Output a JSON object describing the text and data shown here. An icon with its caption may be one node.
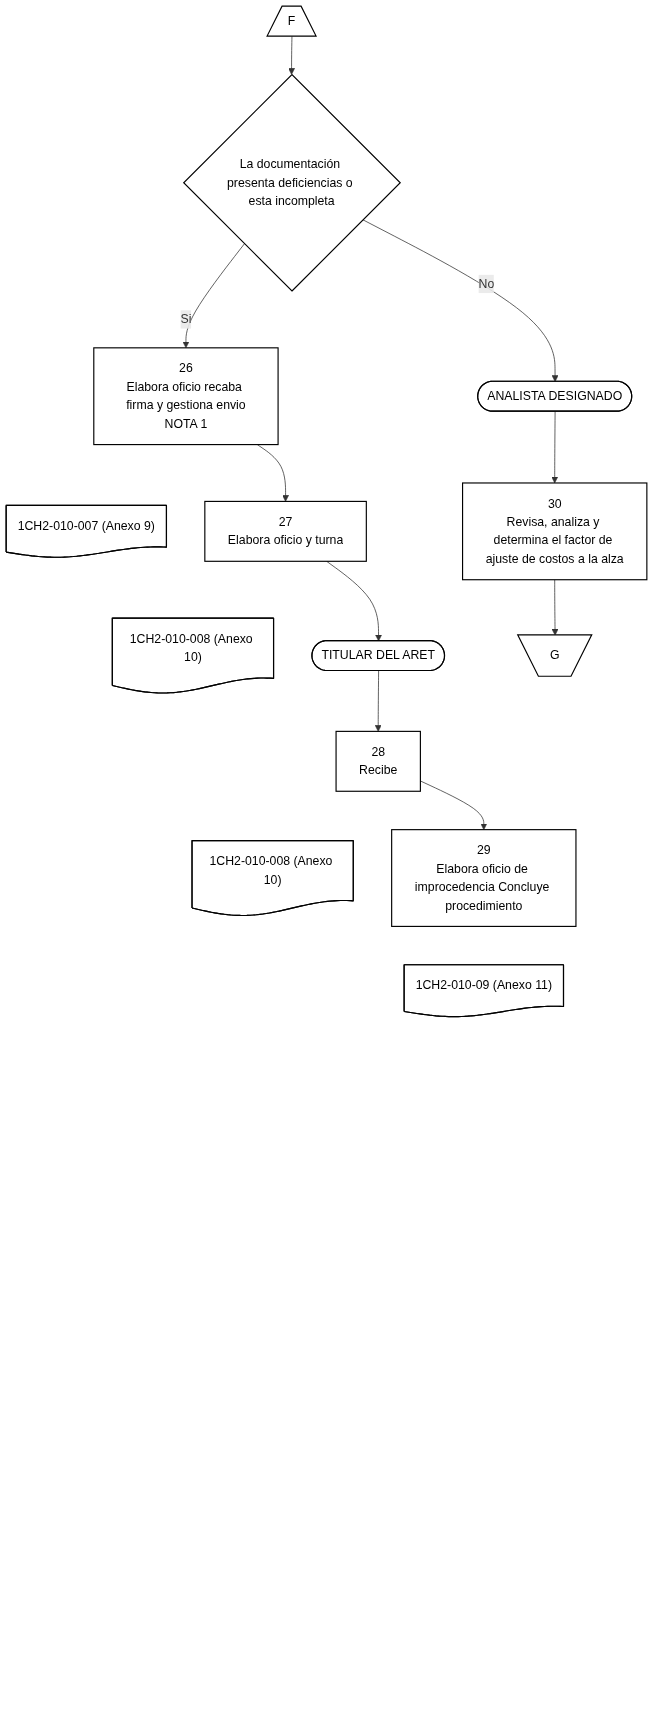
{
  "diagram": {
    "nodes": [
      {
        "text": [
          "F"
        ]
      },
      {
        "text": [
          "La documentación presenta deficiencias o esta incompleta"
        ]
      },
      {
        "text": [
          "26",
          "Elabora oficio recaba firma y gestiona envio",
          "NOTA 1"
        ]
      },
      {
        "text": [
          "1CH2-010-007 (Anexo 9)"
        ]
      },
      {
        "text": [
          "27",
          "Elabora oficio y turna"
        ]
      },
      {
        "text": [
          "1CH2-010-008 (Anexo 10)"
        ]
      },
      {
        "text": [
          "TITULAR DEL ARET"
        ]
      },
      {
        "text": [
          "28",
          "Recibe"
        ]
      },
      {
        "text": [
          "1CH2-010-008 (Anexo 10)"
        ]
      },
      {
        "text": [
          "29",
          "Elabora oficio de improcedencia Concluye procedimiento"
        ]
      },
      {
        "text": [
          "1CH2-010-09 (Anexo 11)"
        ]
      },
      {
        "text": [
          "ANALISTA DESIGNADO"
        ]
      },
      {
        "text": [
          "30",
          "Revisa, analiza y determina el factor de ajuste de costos a la alza"
        ]
      },
      {
        "text": [
          "G"
        ]
      }
    ],
    "edges": [
      {
        "from": 0,
        "to": 1,
        "arrow": "to"
      },
      {
        "from": 1,
        "to": 2,
        "label": "Si",
        "arrow": "to"
      },
      {
        "from": 2,
        "to": 4,
        "arrow": "to"
      },
      {
        "from": 4,
        "to": 6,
        "arrow": "to"
      },
      {
        "from": 6,
        "to": 7,
        "arrow": "to"
      },
      {
        "from": 7,
        "to": 9,
        "arrow": "to"
      },
      {
        "from": 1,
        "to": 11,
        "label": "No",
        "arrow": "to"
      },
      {
        "from": 11,
        "to": 12,
        "arrow": "to"
      },
      {
        "from": 12,
        "to": 13,
        "arrow": "to"
      }
    ]
  }
}
